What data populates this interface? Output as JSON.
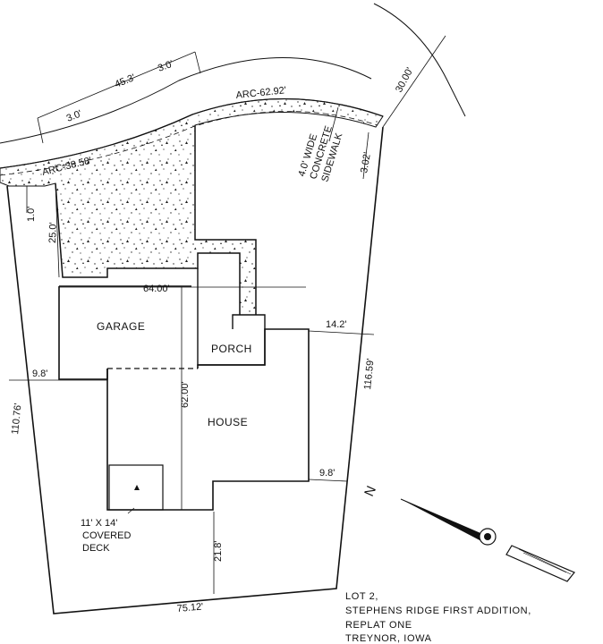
{
  "dimensions": {
    "d_45_3": "45.3'",
    "d_3_0_top": "3.0'",
    "d_3_0_left": "3.0'",
    "d_30_00": "30.00'",
    "arc_62_92": "ARC-62.92'",
    "arc_38_58": "ARC-38.58'",
    "d_3_02": "3.02'",
    "d_1_0": "1.0'",
    "d_25_0": "25.0'",
    "d_64_00": "64.00'",
    "d_14_2": "14.2'",
    "d_9_8_left": "9.8'",
    "d_110_76": "110.76'",
    "d_116_59": "116.59'",
    "d_62_00": "62.00'",
    "d_9_8_right": "9.8'",
    "d_21_8": "21.8'",
    "d_75_12": "75.12'"
  },
  "sidewalk": {
    "line1": "4.0' WIDE",
    "line2": "CONCRETE",
    "line3": "SIDEWALK"
  },
  "rooms": {
    "garage": "GARAGE",
    "porch": "PORCH",
    "house": "HOUSE"
  },
  "deck": {
    "line1": "11' X 14'",
    "line2": "COVERED",
    "line3": "DECK"
  },
  "north": "N",
  "title_block": {
    "line1": "LOT 2,",
    "line2": "STEPHENS RIDGE FIRST ADDITION,",
    "line3": "REPLAT ONE",
    "line4": "TREYNOR, IOWA"
  }
}
